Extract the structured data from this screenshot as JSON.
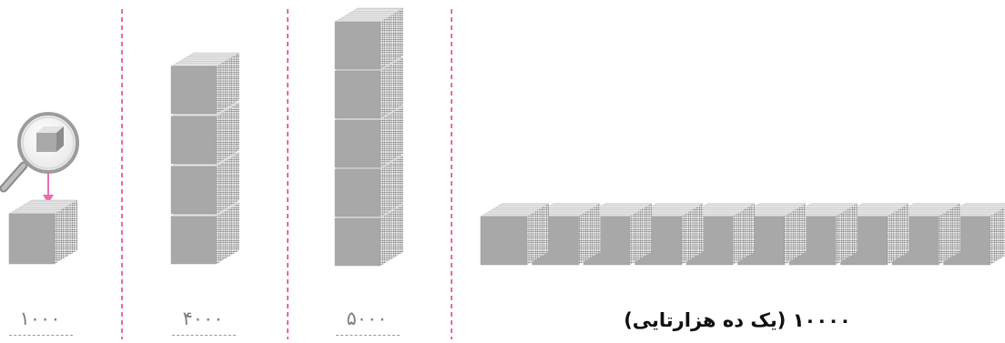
{
  "groups": [
    {
      "label": "۱۰۰۰",
      "cubes": 1,
      "magnified": true
    },
    {
      "label": "۴۰۰۰",
      "cubes": 4
    },
    {
      "label": "۵۰۰۰",
      "cubes": 5
    },
    {
      "label": "۱۰۰۰۰ (یک ده هزارتایی)",
      "cubes": 10
    }
  ],
  "colors": {
    "divider": "#e6338f",
    "arrow": "#e66fb0",
    "cube_front": "#a8a8a8",
    "cube_top": "#dcdcdc",
    "cube_side": "#8e8e8e",
    "label": "#7f7f7f"
  },
  "icons": [
    "magnifier-icon",
    "arrow-down-icon"
  ]
}
